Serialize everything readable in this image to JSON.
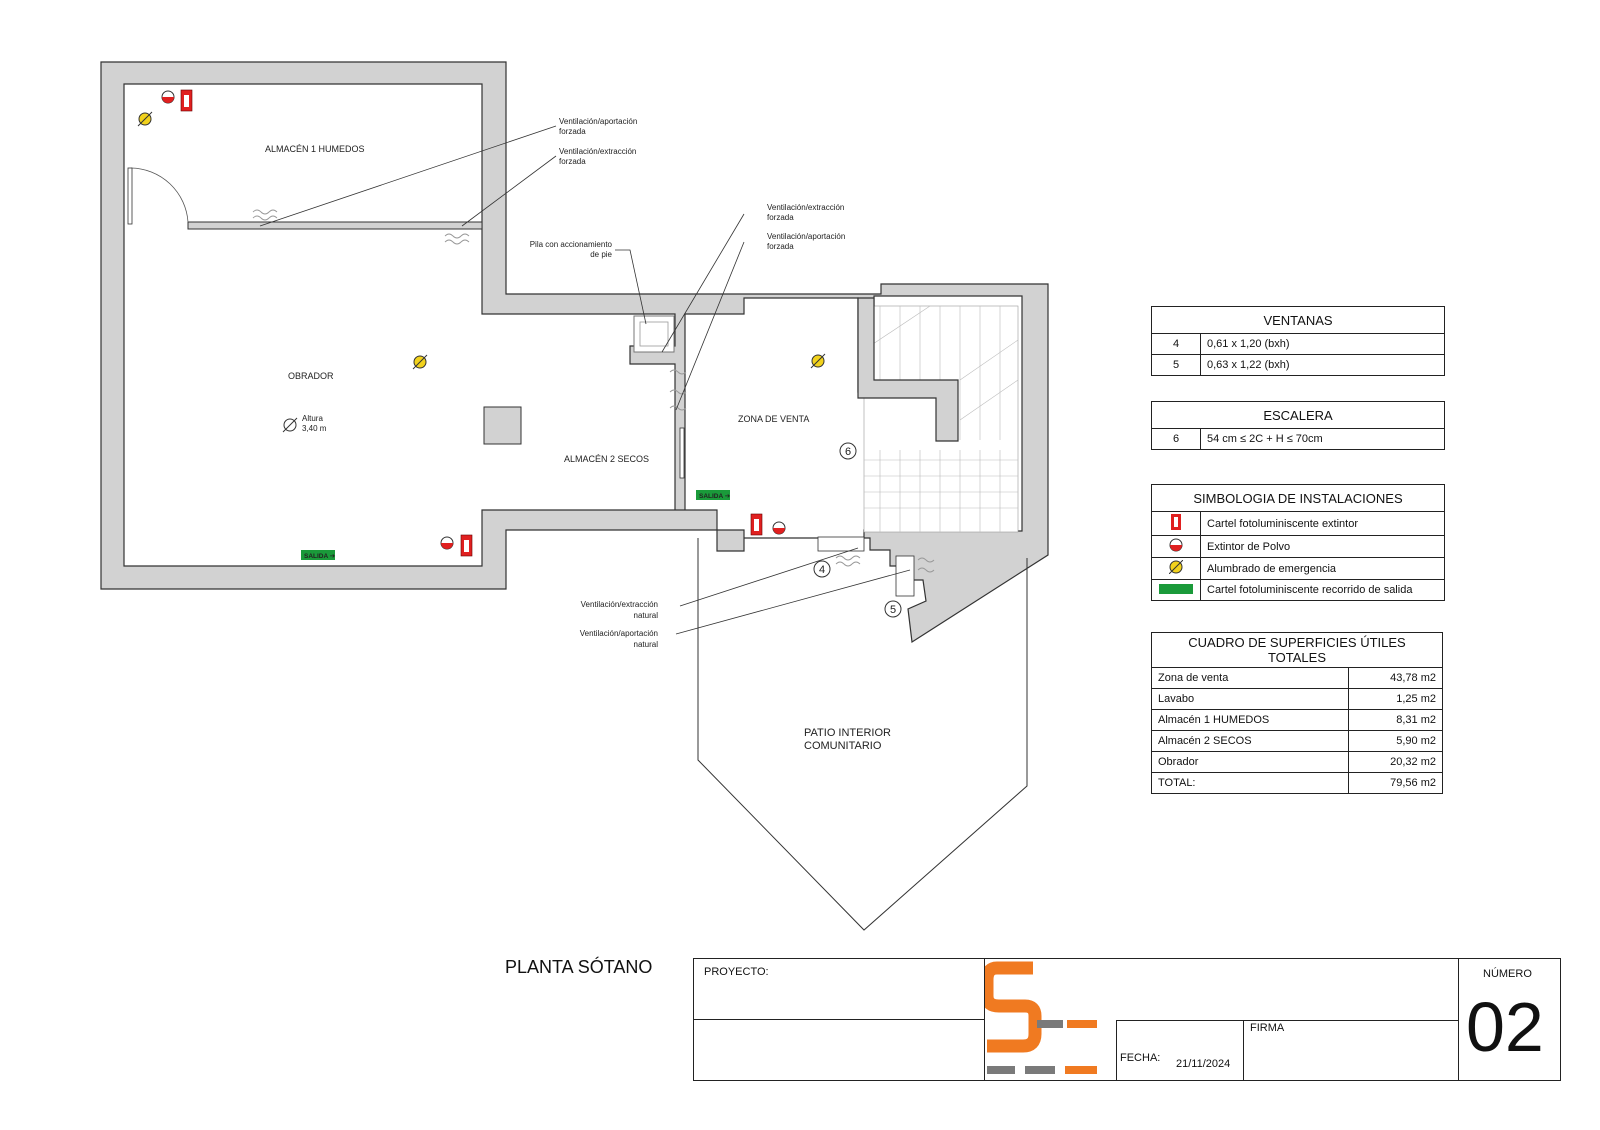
{
  "rooms": {
    "almacen1": "ALMACÉN 1 HUMEDOS",
    "obrador": "OBRADOR",
    "almacen2": "ALMACÉN 2 SECOS",
    "zona_venta": "ZONA DE VENTA",
    "patio_line1": "PATIO INTERIOR",
    "patio_line2": "COMUNITARIO",
    "altura_line1": "Altura",
    "altura_line2": "3,40 m"
  },
  "callouts": {
    "vent_aport_forzada_1": [
      "Ventilación/aportación",
      "forzada"
    ],
    "vent_extr_forzada_1": [
      "Ventilación/extracción",
      "forzada"
    ],
    "vent_extr_forzada_2": [
      "Ventilación/extracción",
      "forzada"
    ],
    "vent_aport_forzada_2": [
      "Ventilación/aportación",
      "forzada"
    ],
    "pila": [
      "Pila con accionamiento",
      "de pie"
    ],
    "vent_extr_natural": [
      "Ventilación/extracción",
      "natural"
    ],
    "vent_aport_natural": [
      "Ventilación/aportación",
      "natural"
    ]
  },
  "markers": {
    "m4": "4",
    "m5": "5",
    "m6": "6"
  },
  "exit_sign": "SALIDA ➔",
  "ventanas": {
    "title": "VENTANAS",
    "rows": [
      {
        "id": "4",
        "value": "0,61 x 1,20 (bxh)"
      },
      {
        "id": "5",
        "value": "0,63 x 1,22 (bxh)"
      }
    ]
  },
  "escalera": {
    "title": "ESCALERA",
    "rows": [
      {
        "id": "6",
        "value": "54 cm ≤ 2C + H ≤ 70cm"
      }
    ]
  },
  "simbologia": {
    "title": "SIMBOLOGIA DE INSTALACIONES",
    "rows": [
      {
        "icon": "extinguisher-sign-icon",
        "label": "Cartel fotoluminiscente extintor"
      },
      {
        "icon": "powder-extinguisher-icon",
        "label": "Extintor de Polvo"
      },
      {
        "icon": "emergency-light-icon",
        "label": "Alumbrado de emergencia"
      },
      {
        "icon": "exit-sign-icon",
        "label": "Cartel fotoluminiscente recorrido de salida"
      }
    ]
  },
  "superficies": {
    "title": "CUADRO DE SUPERFICIES ÚTILES TOTALES",
    "rows": [
      {
        "label": "Zona de venta",
        "value": "43,78 m2"
      },
      {
        "label": "Lavabo",
        "value": "1,25 m2"
      },
      {
        "label": "Almacén 1 HUMEDOS",
        "value": "8,31 m2"
      },
      {
        "label": "Almacén 2 SECOS",
        "value": "5,90 m2"
      },
      {
        "label": "Obrador",
        "value": "20,32 m2"
      },
      {
        "label": "TOTAL:",
        "value": "79,56 m2"
      }
    ]
  },
  "title_block": {
    "plan_title": "PLANTA SÓTANO",
    "proyecto_label": "PROYECTO:",
    "fecha_label": "FECHA:",
    "fecha_value": "21/11/2024",
    "firma_label": "FIRMA",
    "numero_label": "NÚMERO",
    "numero_value": "02"
  },
  "colors": {
    "wall_fill": "#d2d2d2",
    "accent_orange": "#f07a21",
    "logo_gray": "#7a7a7a",
    "sign_red": "#e02020",
    "exit_green": "#1a9a3a",
    "emergency_yellow": "#f2d21c"
  }
}
